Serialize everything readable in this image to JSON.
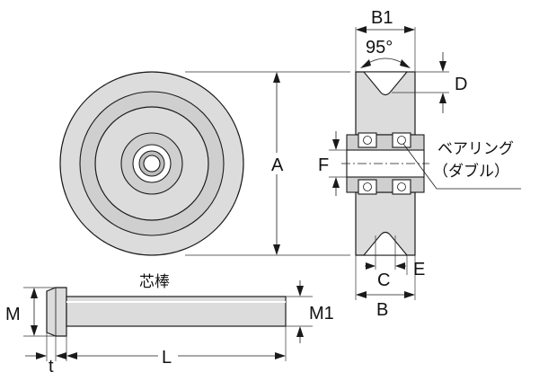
{
  "labels": {
    "b1": "B1",
    "angle": "95°",
    "d": "D",
    "a": "A",
    "f": "F",
    "bearing_line1": "ベアリング",
    "bearing_line2": "（ダブル）",
    "e": "E",
    "c": "C",
    "b": "B",
    "shaft_title": "芯棒",
    "m": "M",
    "m1": "M1",
    "l": "L",
    "t": "t"
  }
}
